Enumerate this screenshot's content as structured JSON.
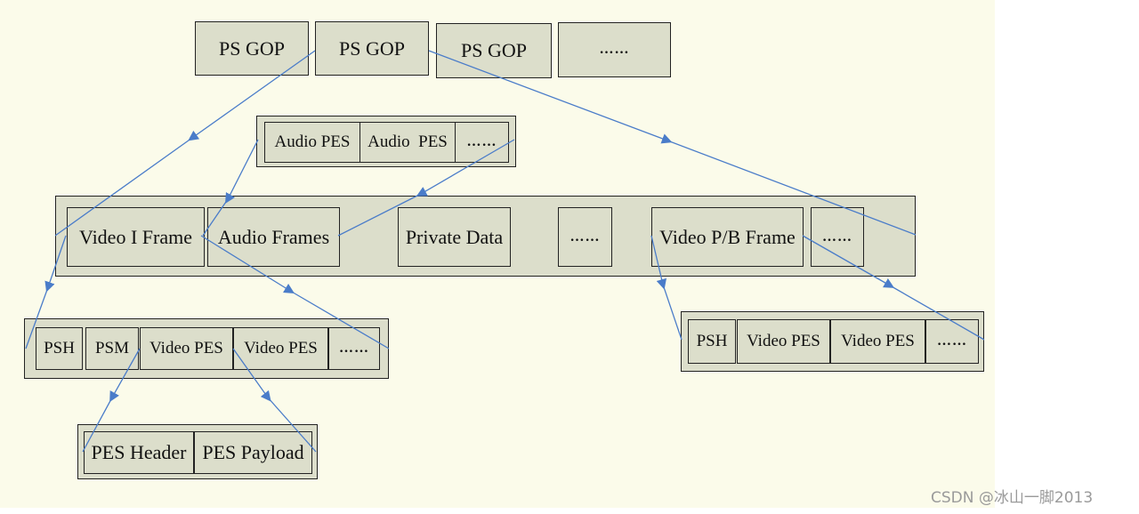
{
  "diagram": {
    "gop_row": [
      "PS GOP",
      "PS GOP",
      "PS GOP",
      "……"
    ],
    "audio_pes_row": [
      "Audio PES",
      "Audio  PES",
      "……"
    ],
    "frame_row": [
      "Video I Frame",
      "Audio Frames",
      "Private Data",
      "……",
      "Video P/B Frame",
      "……"
    ],
    "i_frame_packet": [
      "PSH",
      "PSM",
      "Video PES",
      "Video PES",
      "……"
    ],
    "pb_frame_packet": [
      "PSH",
      "Video PES",
      "Video PES",
      "……"
    ],
    "pes_structure": [
      "PES Header",
      "PES Payload"
    ]
  },
  "watermark": "CSDN @冰山一脚2013",
  "colors": {
    "box_fill": "#dcdecb",
    "arrow": "#4a7cc9",
    "background": "#fbfbea"
  }
}
